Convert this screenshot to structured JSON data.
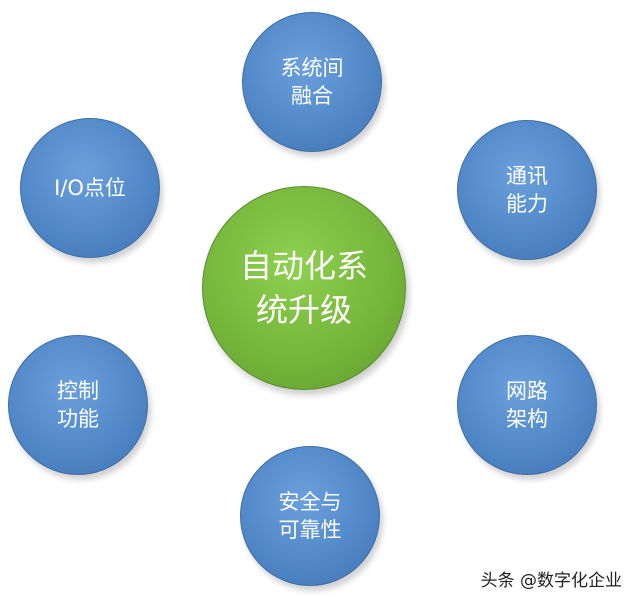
{
  "diagram": {
    "center": {
      "lines": [
        "自动化系",
        "统升级"
      ],
      "color": "#74b43a"
    },
    "nodes": [
      {
        "lines": [
          "系统间",
          "融合"
        ]
      },
      {
        "lines": [
          "通讯",
          "能力"
        ]
      },
      {
        "lines": [
          "网路",
          "架构"
        ]
      },
      {
        "lines": [
          "安全与",
          "可靠性"
        ]
      },
      {
        "lines": [
          "控制",
          "功能"
        ]
      },
      {
        "lines": [
          "I/O点位"
        ]
      }
    ],
    "node_color": "#4f86c6"
  },
  "watermark": {
    "text": "头条 @数字化企业"
  }
}
